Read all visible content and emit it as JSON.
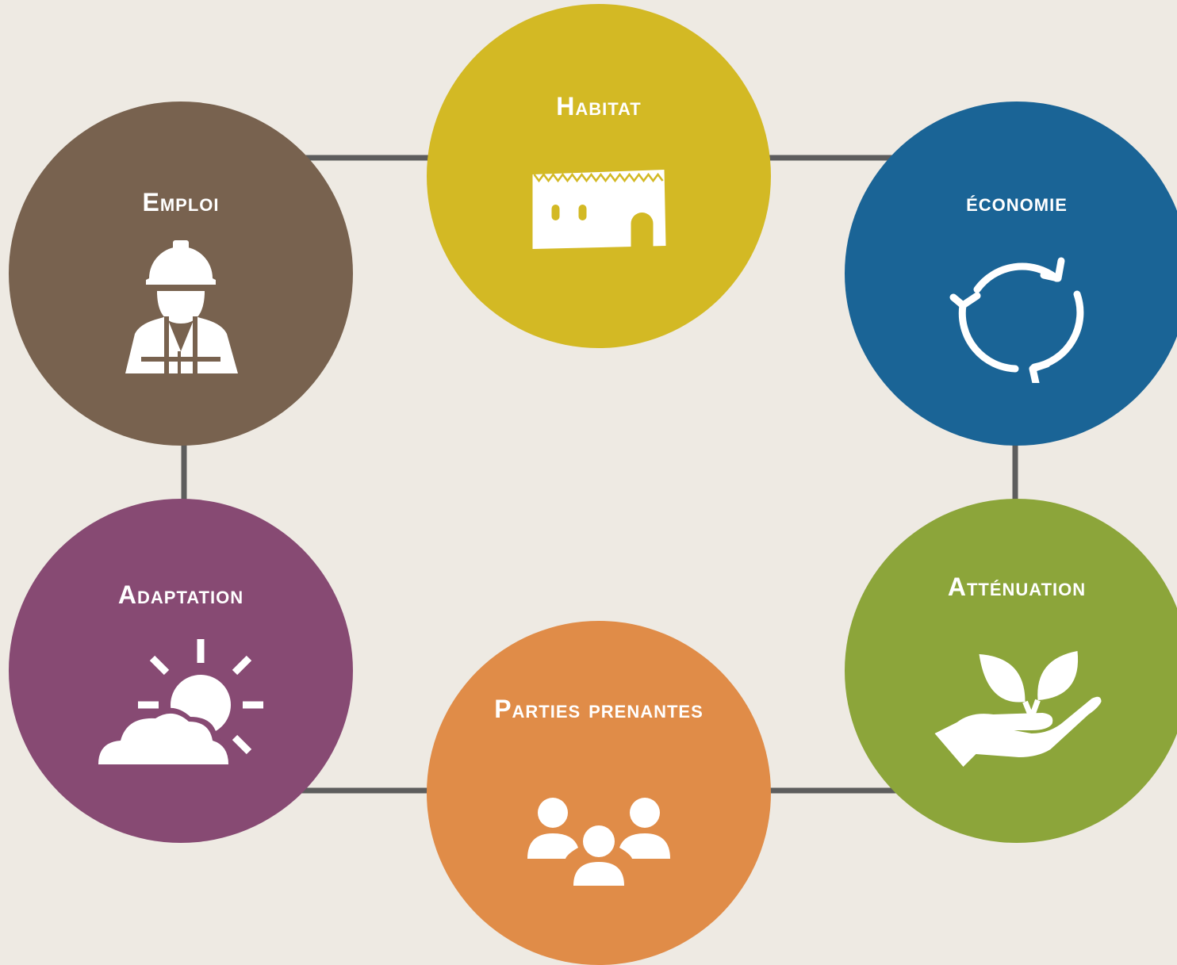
{
  "nodes": {
    "habitat": {
      "label": "Habitat",
      "color": "#d3b924",
      "icon": "building-icon"
    },
    "emploi": {
      "label": "Emploi",
      "color": "#78624f",
      "icon": "worker-icon"
    },
    "economie": {
      "label": "économie",
      "color": "#1a6496",
      "icon": "recycle-arrows-icon"
    },
    "adaptation": {
      "label": "Adaptation",
      "color": "#874a73",
      "icon": "sun-cloud-icon"
    },
    "attenuation": {
      "label": "Atténuation",
      "color": "#8ca53a",
      "icon": "plant-hand-icon"
    },
    "parties": {
      "label": "Parties prenantes",
      "color": "#e08c48",
      "icon": "people-group-icon"
    }
  },
  "connector_color": "#5d5d5d"
}
